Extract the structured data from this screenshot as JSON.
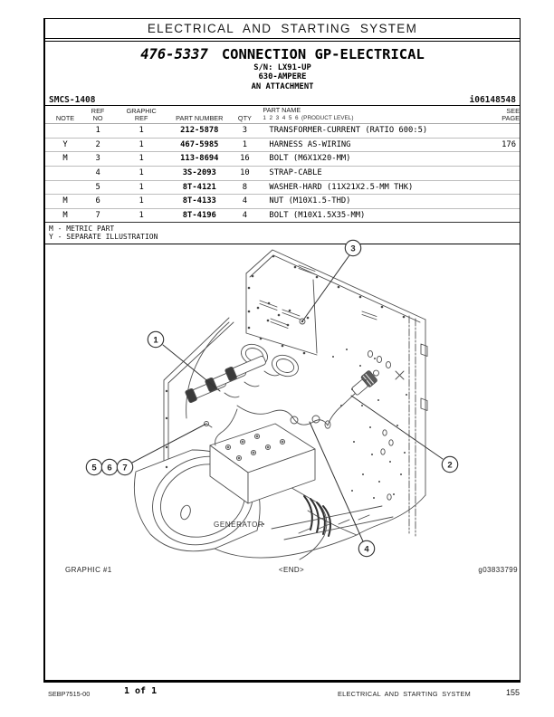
{
  "page": {
    "header_title": "ELECTRICAL AND STARTING SYSTEM"
  },
  "title_block": {
    "part_number": "476-5337",
    "part_name": "CONNECTION GP-ELECTRICAL",
    "serial_line": "S/N: LX91-UP",
    "ampere_line": "630-AMPERE",
    "attachment_line": "AN ATTACHMENT"
  },
  "meta": {
    "smcs_code": "SMCS-1408",
    "media_id": "i06148548"
  },
  "parts_table": {
    "headers": {
      "note": "NOTE",
      "ref_no_line1": "REF",
      "ref_no_line2": "NO",
      "graphic_ref_line1": "GRAPHIC",
      "graphic_ref_line2": "REF",
      "part_number": "PART NUMBER",
      "qty": "QTY",
      "part_name_line1": "PART NAME",
      "part_name_line2": "1  2  3  4  5  6  (PRODUCT LEVEL)",
      "see_page_line1": "SEE",
      "see_page_line2": "PAGE"
    },
    "rows": [
      {
        "note": "",
        "ref_no": "1",
        "graphic_ref": "1",
        "part_number": "212-5878",
        "qty": "3",
        "part_name": "TRANSFORMER-CURRENT (RATIO 600:5)",
        "see_page": ""
      },
      {
        "note": "Y",
        "ref_no": "2",
        "graphic_ref": "1",
        "part_number": "467-5985",
        "qty": "1",
        "part_name": "HARNESS AS-WIRING",
        "see_page": "176"
      },
      {
        "note": "M",
        "ref_no": "3",
        "graphic_ref": "1",
        "part_number": "113-8694",
        "qty": "16",
        "part_name": "BOLT (M6X1X20-MM)",
        "see_page": ""
      },
      {
        "note": "",
        "ref_no": "4",
        "graphic_ref": "1",
        "part_number": "3S-2093",
        "qty": "10",
        "part_name": "STRAP-CABLE",
        "see_page": ""
      },
      {
        "note": "",
        "ref_no": "5",
        "graphic_ref": "1",
        "part_number": "8T-4121",
        "qty": "8",
        "part_name": "WASHER-HARD (11X21X2.5-MM THK)",
        "see_page": ""
      },
      {
        "note": "M",
        "ref_no": "6",
        "graphic_ref": "1",
        "part_number": "8T-4133",
        "qty": "4",
        "part_name": "NUT (M10X1.5-THD)",
        "see_page": ""
      },
      {
        "note": "M",
        "ref_no": "7",
        "graphic_ref": "1",
        "part_number": "8T-4196",
        "qty": "4",
        "part_name": "BOLT (M10X1.5X35-MM)",
        "see_page": ""
      }
    ]
  },
  "legend": {
    "line1": "M - METRIC PART",
    "line2": "Y - SEPARATE ILLUSTRATION"
  },
  "diagram": {
    "generator_label": "GENERATOR",
    "callouts": [
      {
        "label": "1"
      },
      {
        "label": "2"
      },
      {
        "label": "3"
      },
      {
        "label": "4"
      },
      {
        "label": "5"
      },
      {
        "label": "6"
      },
      {
        "label": "7"
      }
    ],
    "caption_left": "GRAPHIC #1",
    "caption_center": "<END>",
    "caption_right": "g03833799"
  },
  "footer": {
    "doc_code": "SEBP7515-00",
    "page_count": "1 of 1",
    "section_title": "ELECTRICAL AND STARTING SYSTEM",
    "page_number": "155"
  }
}
